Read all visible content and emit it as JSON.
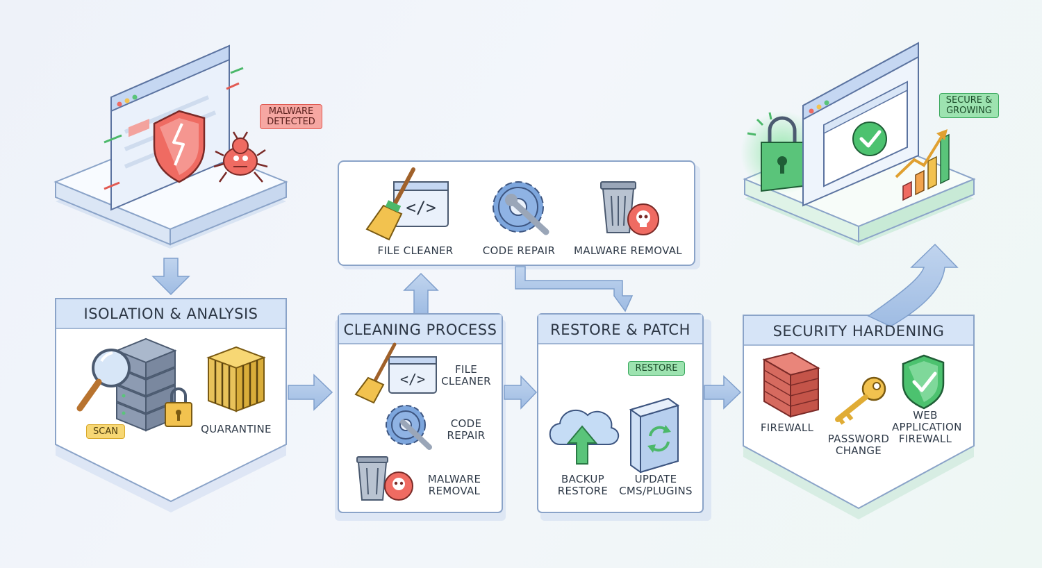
{
  "malware_badge": "MALWARE\nDETECTED",
  "secure_badge": "SECURE &\nGROWING",
  "top_panel": {
    "items": [
      {
        "label": "FILE CLEANER"
      },
      {
        "label": "CODE REPAIR"
      },
      {
        "label": "MALWARE REMOVAL"
      }
    ]
  },
  "stages": {
    "isolation": {
      "title": "ISOLATION & ANALYSIS",
      "scan": "SCAN",
      "quarantine": "QUARANTINE"
    },
    "cleaning": {
      "title": "CLEANING PROCESS",
      "file_cleaner": "FILE\nCLEANER",
      "code_repair": "CODE\nREPAIR",
      "malware_removal": "MALWARE\nREMOVAL"
    },
    "restore": {
      "title": "RESTORE & PATCH",
      "restore_badge": "RESTORE",
      "backup_restore": "BACKUP\nRESTORE",
      "update_cms": "UPDATE\nCMS/PLUGINS"
    },
    "hardening": {
      "title": "SECURITY HARDENING",
      "firewall": "FIREWALL",
      "password_change": "PASSWORD\nCHANGE",
      "waf": "WEB\nAPPLICATION\nFIREWALL"
    }
  },
  "colors": {
    "panel_header": "#d6e4f7",
    "panel_border": "#8aa3c8",
    "arrow": "#a9c3e6",
    "alert_red": "#ef6b62",
    "secure_green": "#4cc26f"
  }
}
